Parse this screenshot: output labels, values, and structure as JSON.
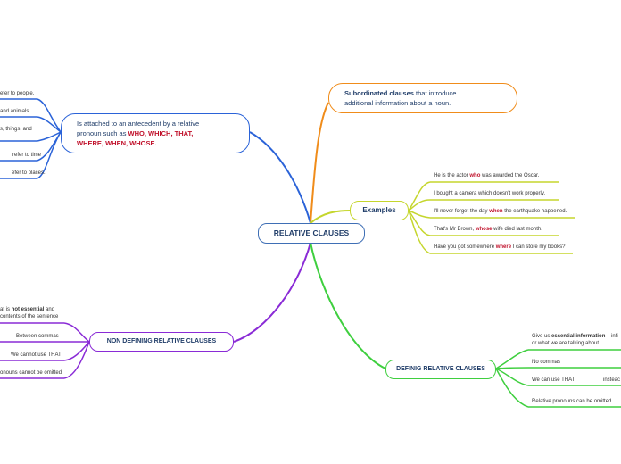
{
  "colors": {
    "blue": "#2b63d8",
    "orange": "#f08c1a",
    "yellowgreen": "#c5d62d",
    "green": "#3fcf3f",
    "purple": "#8a2bd6",
    "root_border": "#3f6fb5",
    "highlight": "#c0102a"
  },
  "root": {
    "label": "RELATIVE CLAUSES"
  },
  "subordinated": {
    "bold": "Subordinated clauses",
    "rest_line1": " that introduce",
    "line2": "additional information about a noun."
  },
  "antecedent": {
    "line1": "Is attached to an antecedent by a relative",
    "line2_prefix": "pronoun such as ",
    "line2_highlight": "WHO, WHICH, THAT,",
    "line3_highlight": "WHERE, WHEN, WHOSE."
  },
  "antecedent_leaves": [
    {
      "text": "efer to people."
    },
    {
      "text": "and animals."
    },
    {
      "text": "s, things, and"
    },
    {
      "text": "refer to time"
    },
    {
      "text": "efer to places."
    }
  ],
  "examples": {
    "label": "Examples",
    "items": [
      {
        "before": "He is the actor ",
        "pronoun": "who",
        "after": " was awarded the Oscar."
      },
      {
        "before": "I bought a camera which doesn't work properly.",
        "pronoun": "",
        "after": ""
      },
      {
        "before": "I'll never forget the day ",
        "pronoun": "when",
        "after": " the earthquake happened."
      },
      {
        "before": "That's Mr Brown, ",
        "pronoun": "whose",
        "after": " wife died last month."
      },
      {
        "before": "Have you got somewhere ",
        "pronoun": "where",
        "after": " I can store my books?"
      }
    ]
  },
  "non_defining": {
    "label": "NON DEFINING RELATIVE CLAUSES",
    "leaf1_prefix": "at is ",
    "leaf1_bold": "not essential",
    "leaf1_suffix": " and",
    "leaf1_line2": "contents of the sentence",
    "leaves": [
      "Between commas",
      "We cannot use THAT",
      "onouns cannot be omitted"
    ]
  },
  "defining": {
    "label": "DEFINIG RELATIVE CLAUSES",
    "leaf1_prefix": "Give us ",
    "leaf1_bold": "essential information",
    "leaf1_suffix": " – infi",
    "leaf1_line2": "or what we are talking about.",
    "leaf_commas": "No commas",
    "leaf_that": "We can use THAT",
    "leaf_that_extra": "insteac",
    "leaf_omit": "Relative pronouns can be omitted"
  }
}
